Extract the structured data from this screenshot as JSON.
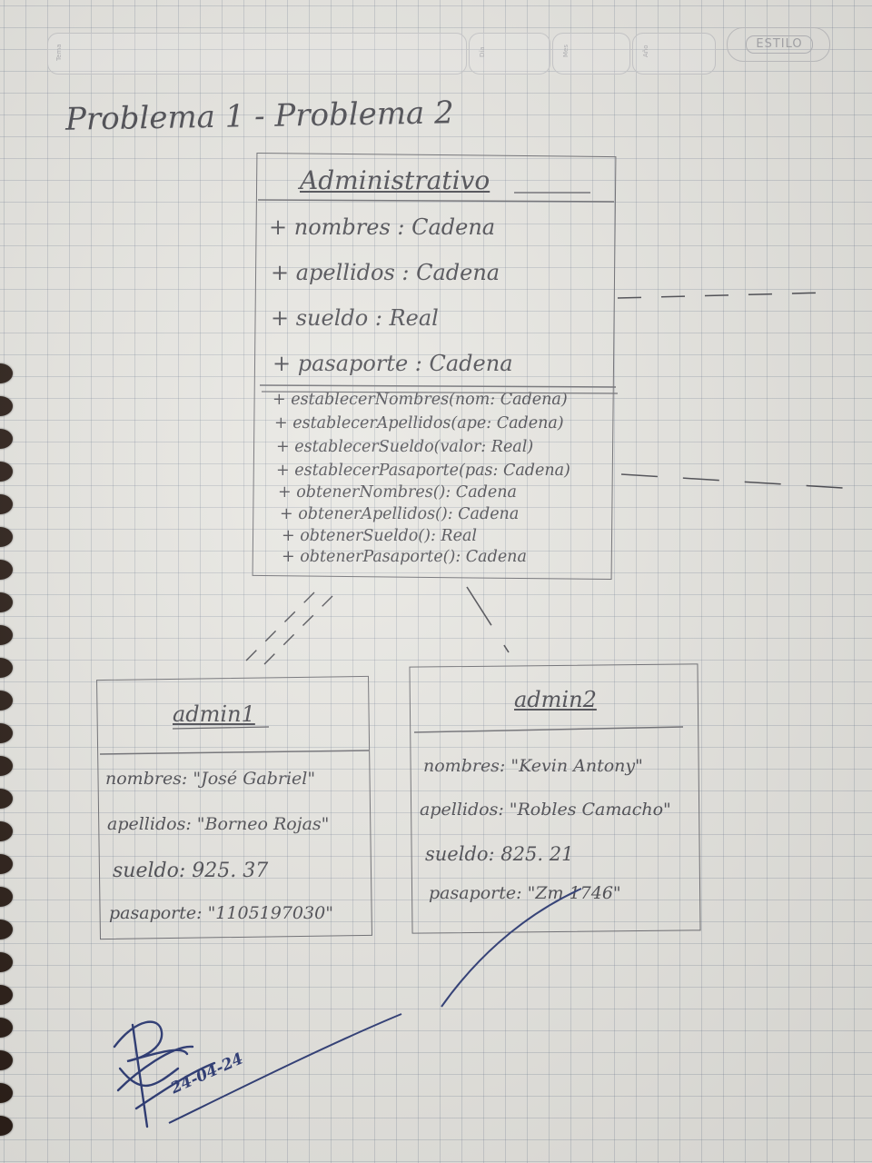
{
  "header": {
    "fields": [
      "Tema",
      "Día",
      "Mes",
      "Año"
    ],
    "style_label": "ESTILO"
  },
  "title": "Problema 1 - Problema 2",
  "class_box": {
    "name": "Administrativo",
    "attributes": [
      "+ nombres : Cadena",
      "+ apellidos : Cadena",
      "+ sueldo : Real",
      "+ pasaporte : Cadena"
    ],
    "methods": [
      "+ establecerNombres(nom: Cadena)",
      "+ establecerApellidos(ape: Cadena)",
      "+ establecerSueldo(valor: Real)",
      "+ establecerPasaporte(pas: Cadena)",
      "+ obtenerNombres(): Cadena",
      "+ obtenerApellidos(): Cadena",
      "+ obtenerSueldo(): Real",
      "+ obtenerPasaporte(): Cadena"
    ]
  },
  "objects": [
    {
      "name": "admin1",
      "attributes": [
        "nombres: \"José Gabriel\"",
        "apellidos: \"Borneo Rojas\"",
        "sueldo: 925. 37",
        "pasaporte: \"1105197030\""
      ]
    },
    {
      "name": "admin2",
      "attributes": [
        "nombres: \"Kevin Antony\"",
        "apellidos: \"Robles Camacho\"",
        "sueldo: 825. 21",
        "pasaporte: \"Zm 1746\""
      ]
    }
  ],
  "date": "24-04-24",
  "colors": {
    "ink": "#4a4a50",
    "pen": "#2c3a75",
    "grid": "#8a94a8"
  }
}
